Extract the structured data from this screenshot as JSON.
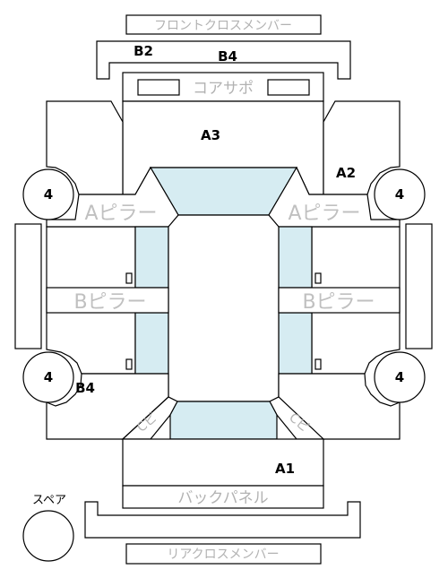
{
  "labels": {
    "front_cross_member": "フロントクロスメンバー",
    "rear_cross_member": "リアクロスメンバー",
    "core_support": "コアサポ",
    "back_panel": "バックパネル",
    "a_pillar_left": "Aピラー",
    "a_pillar_right": "Aピラー",
    "b_pillar_left": "Bピラー",
    "b_pillar_right": "Bピラー",
    "c_pillar_left": "Cピ",
    "c_pillar_right": "Cピ",
    "spare": "スペア",
    "zone_b2": "B2",
    "zone_b4_top": "B4",
    "zone_a3": "A3",
    "zone_a2": "A2",
    "zone_b4_left": "B4",
    "zone_a1": "A1"
  },
  "wheels": {
    "front_left": "4",
    "front_right": "4",
    "rear_left": "4",
    "rear_right": "4"
  },
  "colors": {
    "glass": "#d6ecf2",
    "outline": "#000000",
    "label_gray": "#b2b2b2"
  }
}
